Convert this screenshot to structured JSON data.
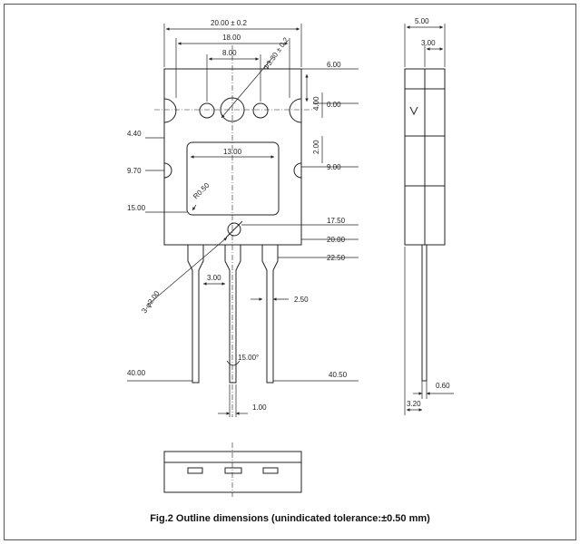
{
  "caption": "Fig.2 Outline dimensions (unindicated tolerance:±0.50 mm)",
  "front_view": {
    "dims": {
      "overall_width": "20.00 ± 0.2",
      "hole_span": "18.00",
      "center_hole_span": "8.00",
      "mount_hole": "Φ3.30 ± 0.2",
      "top_margin": "6.00",
      "ref_zero": "0.00",
      "upper_gap": "4.00",
      "side_notch_top": "4.40",
      "window_width": "13.00",
      "mid_gap": "2.00",
      "side_notch_bottom": "9.70",
      "notch_level": "9.00",
      "corner_radius": "R0.50",
      "window_bottom": "15.00",
      "pin_hole_level": "17.50",
      "body_bottom": "20.00",
      "lead_start": "22.50",
      "pin_pitch": "3.00",
      "pin_spacing": "2.50",
      "pin_holes": "3-φ2.00",
      "taper_angle": "15.00°",
      "lead_end_left": "40.00",
      "lead_end_right": "40.50",
      "lead_width": "1.00"
    }
  },
  "side_view": {
    "dims": {
      "thickness": "5.00",
      "tab_thickness": "3.00",
      "lead_thickness": "0.60",
      "lead_offset": "3.20"
    }
  }
}
